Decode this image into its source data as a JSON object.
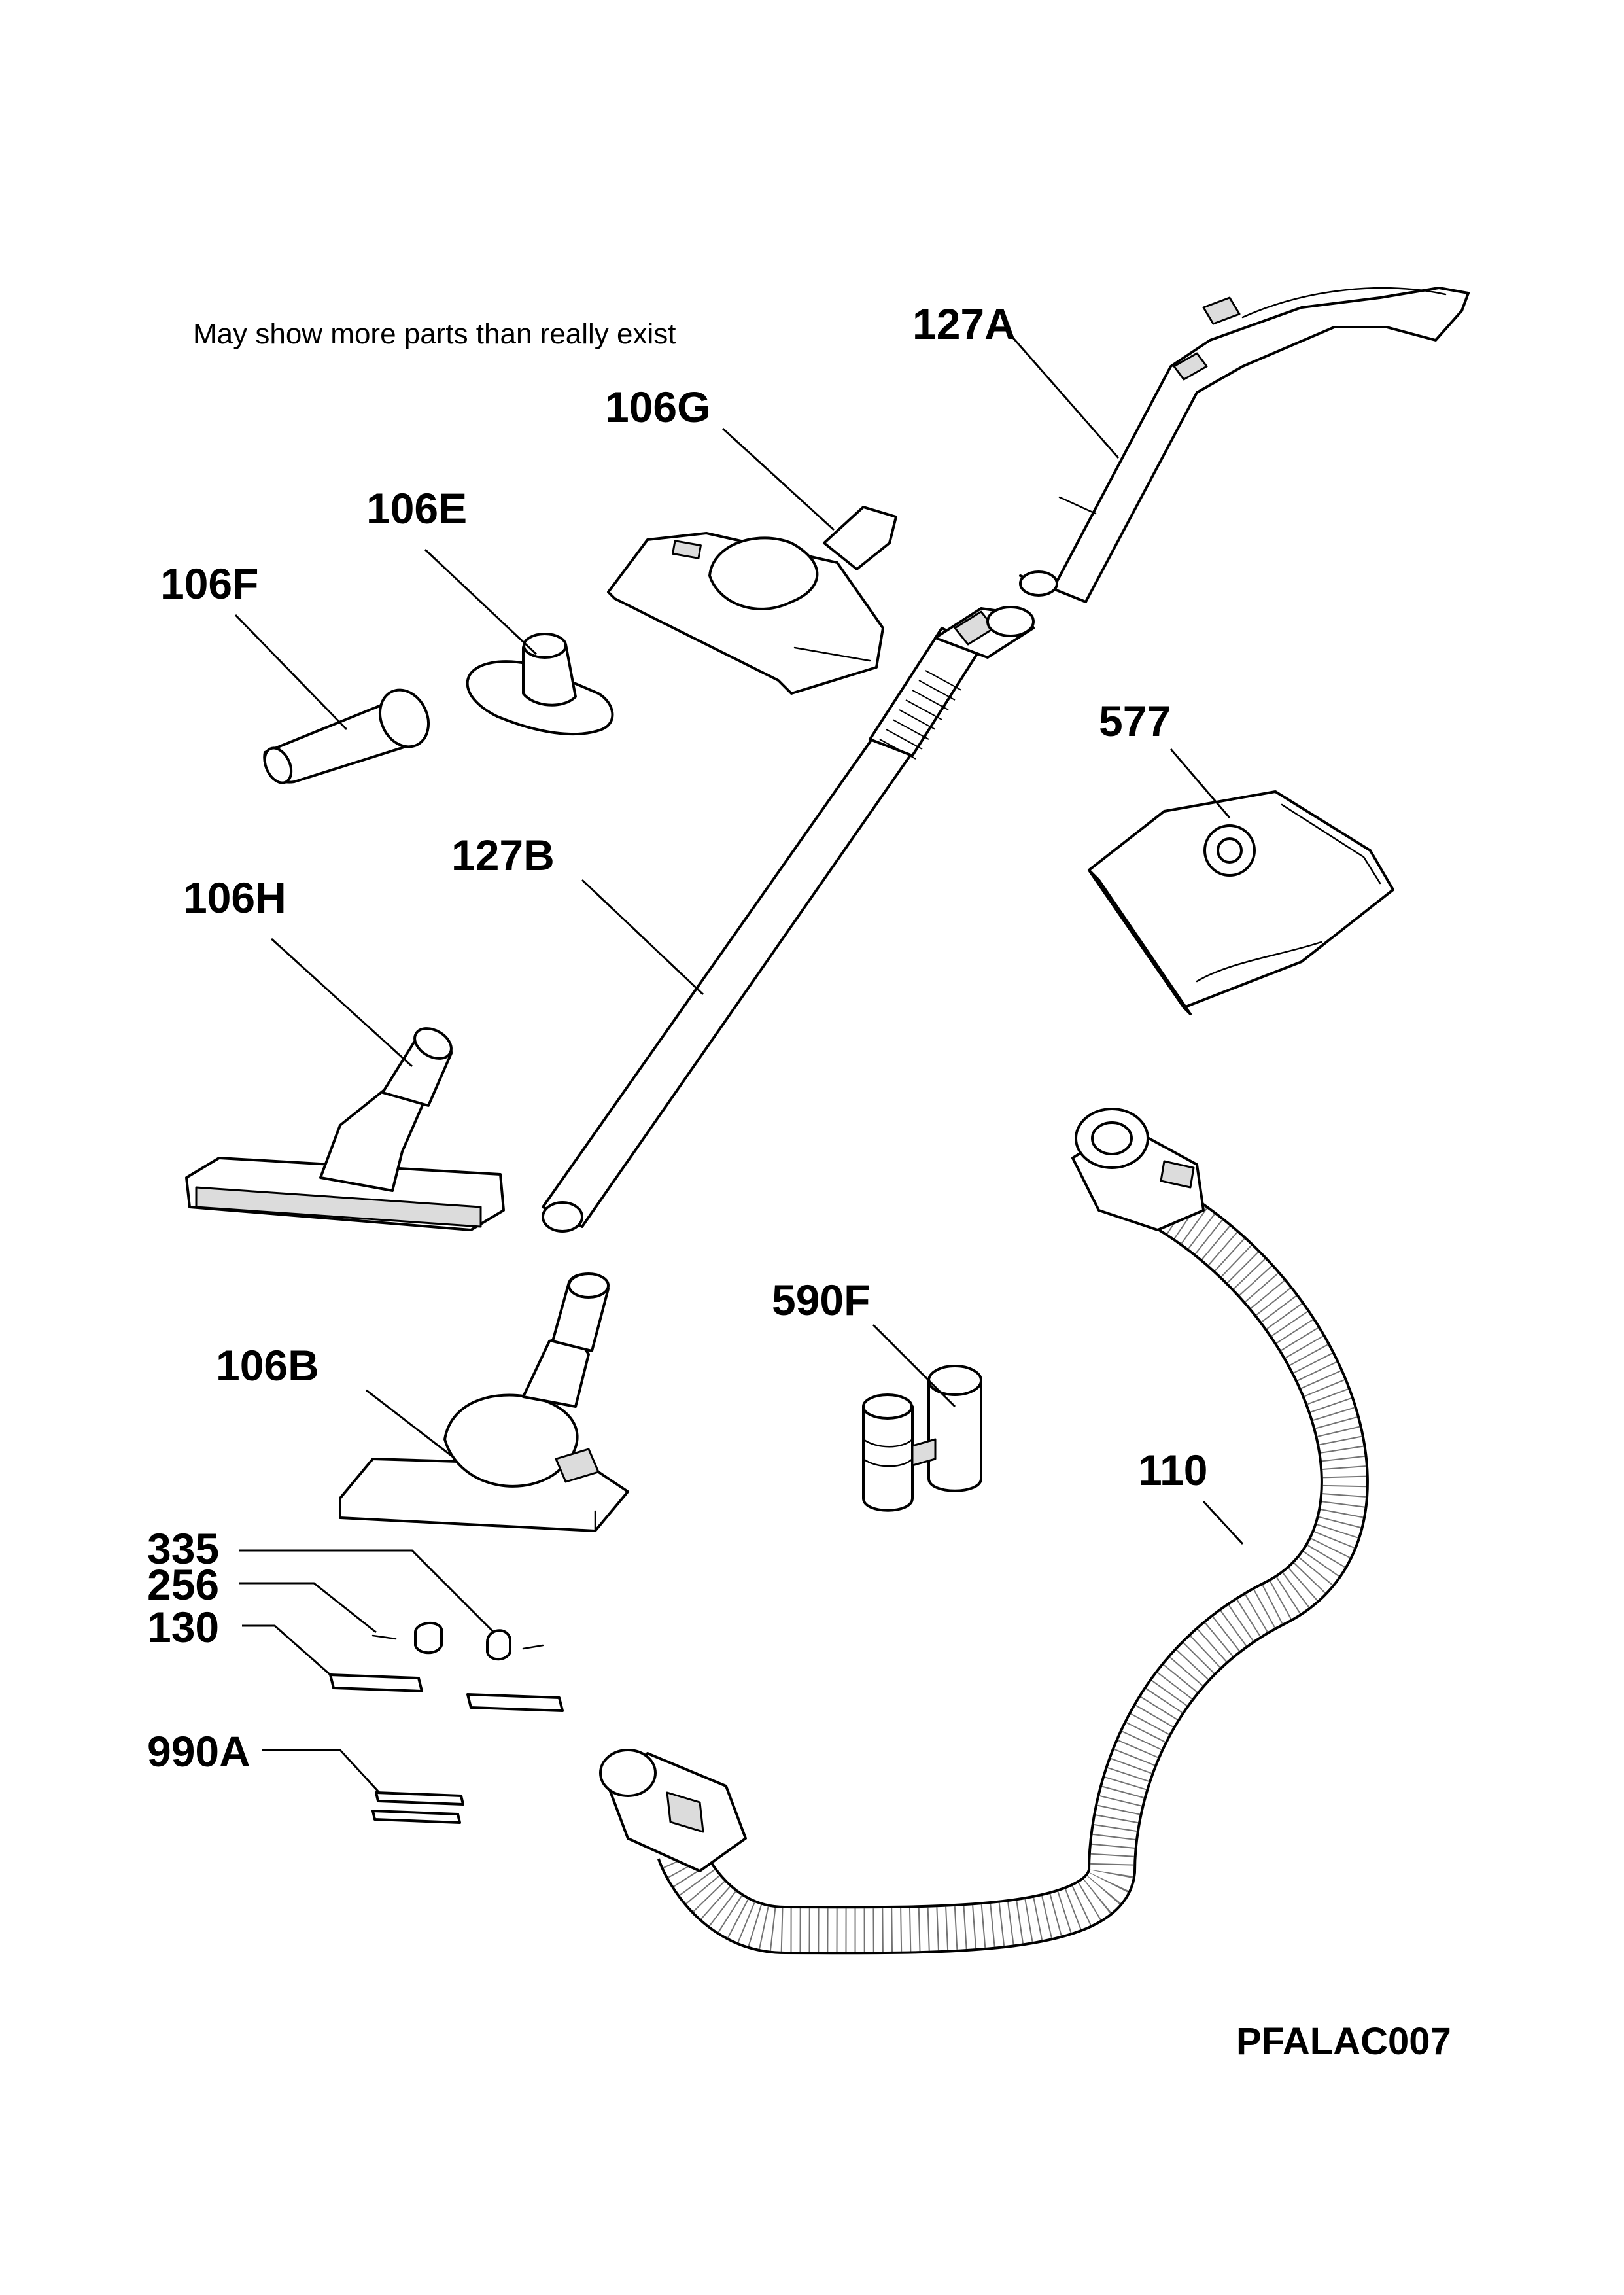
{
  "note": "May show more parts than really exist",
  "drawing_code": "PFALAC007",
  "callouts": {
    "p127A": "127A",
    "p106G": "106G",
    "p106E": "106E",
    "p106F": "106F",
    "p577": "577",
    "p127B": "127B",
    "p106H": "106H",
    "p590F": "590F",
    "p106B": "106B",
    "p110": "110",
    "p335": "335",
    "p256": "256",
    "p130": "130",
    "p990A": "990A"
  }
}
